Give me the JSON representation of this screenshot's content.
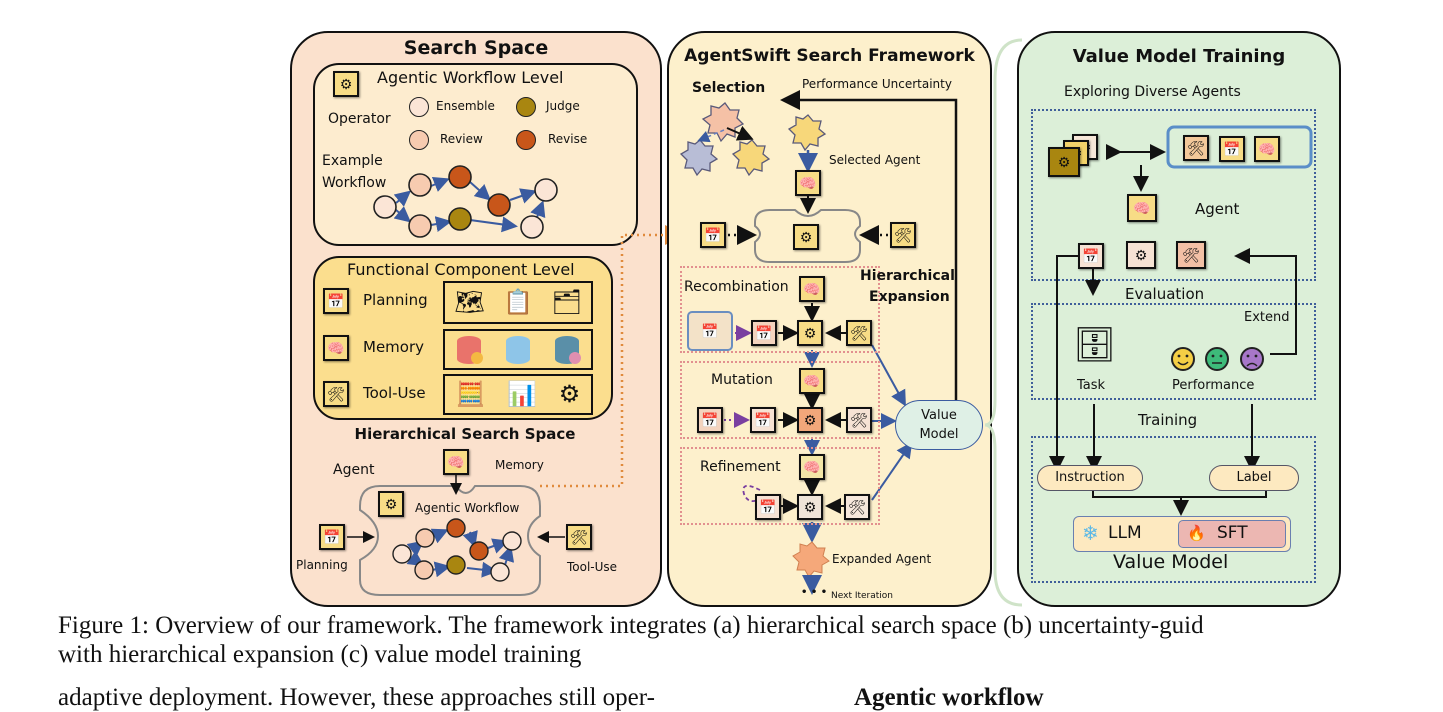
{
  "search_space": {
    "title": "Search Space",
    "workflow_level": {
      "title": "Agentic Workflow Level",
      "operator_label": "Operator",
      "operators": [
        {
          "name": "Ensemble",
          "color": "#fbe5d6"
        },
        {
          "name": "Judge",
          "color": "#a98610"
        },
        {
          "name": "Review",
          "color": "#f7cbb0"
        },
        {
          "name": "Revise",
          "color": "#c8561a"
        }
      ],
      "example_label_1": "Example",
      "example_label_2": "Workflow"
    },
    "component_level": {
      "title": "Functional Component Level",
      "rows": [
        {
          "label": "Planning",
          "icon": "calendar-clock-icon",
          "examples": [
            "map-pin-icon",
            "clipboard-checklist-icon",
            "flowchart-board-icon"
          ]
        },
        {
          "label": "Memory",
          "icon": "brain-icon",
          "examples": [
            "database-check-icon",
            "database-icon",
            "database-plus-icon"
          ]
        },
        {
          "label": "Tool-Use",
          "icon": "tools-icon",
          "examples": [
            "calculator-icon",
            "bar-chart-window-icon",
            "gear-wrench-icon"
          ]
        }
      ]
    },
    "hierarchical": {
      "title": "Hierarchical Search Space",
      "agent_label": "Agent",
      "memory_label": "Memory",
      "workflow_label": "Agentic Workflow",
      "planning_label": "Planning",
      "tooluse_label": "Tool-Use"
    }
  },
  "framework": {
    "title": "AgentSwift Search Framework",
    "selection_label": "Selection",
    "uncertainty_label": "Performance Uncertainty",
    "selected_agent_label": "Selected Agent",
    "hier_expansion_1": "Hierarchical",
    "hier_expansion_2": "Expansion",
    "stages": [
      "Recombination",
      "Mutation",
      "Refinement"
    ],
    "value_model_1": "Value",
    "value_model_2": "Model",
    "expanded_agent_label": "Expanded Agent",
    "next_iteration_label": "Next Iteration",
    "dots": "• • •"
  },
  "training": {
    "title": "Value Model Training",
    "exploring_label": "Exploring Diverse Agents",
    "agent_label": "Agent",
    "evaluation_label": "Evaluation",
    "extend_label": "Extend",
    "task_label": "Task",
    "performance_label": "Performance",
    "training_label": "Training",
    "instruction_label": "Instruction",
    "label_label": "Label",
    "llm_label": "LLM",
    "sft_label": "SFT",
    "value_model_label": "Value Model",
    "faces": [
      {
        "mood": "happy",
        "color": "#f5cf45"
      },
      {
        "mood": "neutral",
        "color": "#3dbb7a"
      },
      {
        "mood": "sad",
        "color": "#a777c9"
      }
    ]
  },
  "caption": {
    "line1": "Figure 1: Overview of our framework. The framework integrates (a) hierarchical search space (b) uncertainty-guid",
    "line2": "with hierarchical expansion (c) value model training"
  },
  "body_text": {
    "left": "adaptive deployment. However, these approaches still oper-",
    "right_heading": "Agentic workflow"
  },
  "colors": {
    "search_space_bg": "#fbe1cd",
    "workflow_level_bg": "#fdeccf",
    "component_level_bg": "#fbde8e",
    "framework_bg": "#fdf0cc",
    "training_bg": "#dcefd8",
    "arrow_blue": "#3a5ba0",
    "orange_dotted": "#e08a3c"
  }
}
